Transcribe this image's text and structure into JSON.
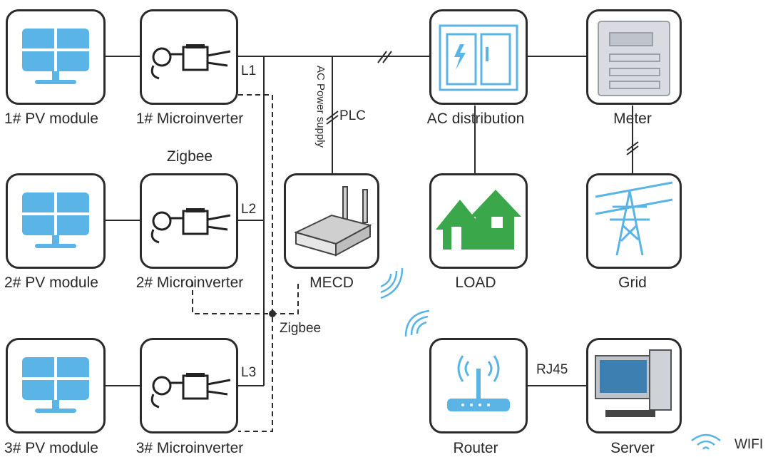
{
  "modules": [
    {
      "pv_label": "1# PV module",
      "inverter_label": "1# Microinverter",
      "line": "L1"
    },
    {
      "pv_label": "2# PV module",
      "inverter_label": "2# Microinverter",
      "line": "L2"
    },
    {
      "pv_label": "3# PV module",
      "inverter_label": "3# Microinverter",
      "line": "L3"
    }
  ],
  "zigbee_top": "Zigbee",
  "zigbee_bottom": "Zigbee",
  "ac_power_supply": "AC Power supply",
  "plc": "PLC",
  "mecd": "MECD",
  "ac_distribution": "AC distribution",
  "meter": "Meter",
  "load": "LOAD",
  "grid": "Grid",
  "router": "Router",
  "server": "Server",
  "rj45": "RJ45",
  "wifi": "WIFI",
  "colors": {
    "icon_blue": "#5ab4e5",
    "house_green": "#3aa84a",
    "frame": "#2b2b2b"
  }
}
